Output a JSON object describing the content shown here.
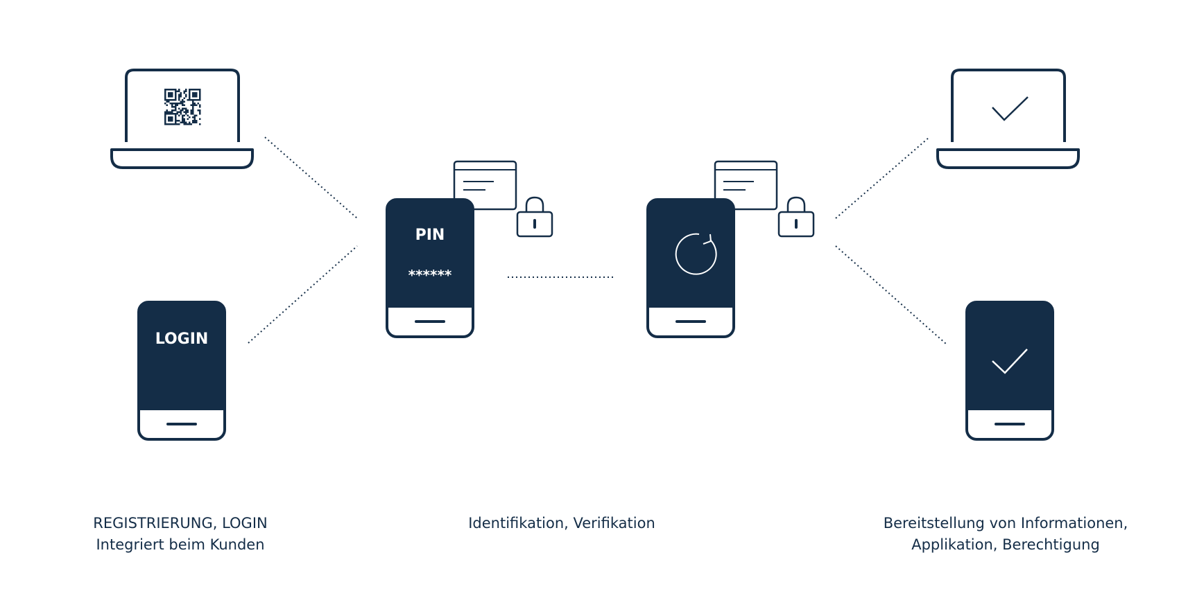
{
  "colors": {
    "navy": "#142d47",
    "white": "#ffffff"
  },
  "phones": {
    "login_label": "LOGIN",
    "pin_label": "PIN",
    "pin_mask": "******"
  },
  "icons": {
    "laptop_left_screen": "qr-code-icon",
    "laptop_right_screen": "check-icon",
    "phone_center_right_screen": "refresh-icon",
    "phone_right_screen": "check-icon",
    "attachments": [
      "id-card-icon",
      "lock-icon"
    ]
  },
  "captions": {
    "left": [
      "REGISTRIERUNG, LOGIN",
      "Integriert beim Kunden"
    ],
    "center": [
      "Identifikation, Verifikation"
    ],
    "right": [
      "Bereitstellung von Informationen,",
      "Applikation, Berechtigung"
    ]
  }
}
